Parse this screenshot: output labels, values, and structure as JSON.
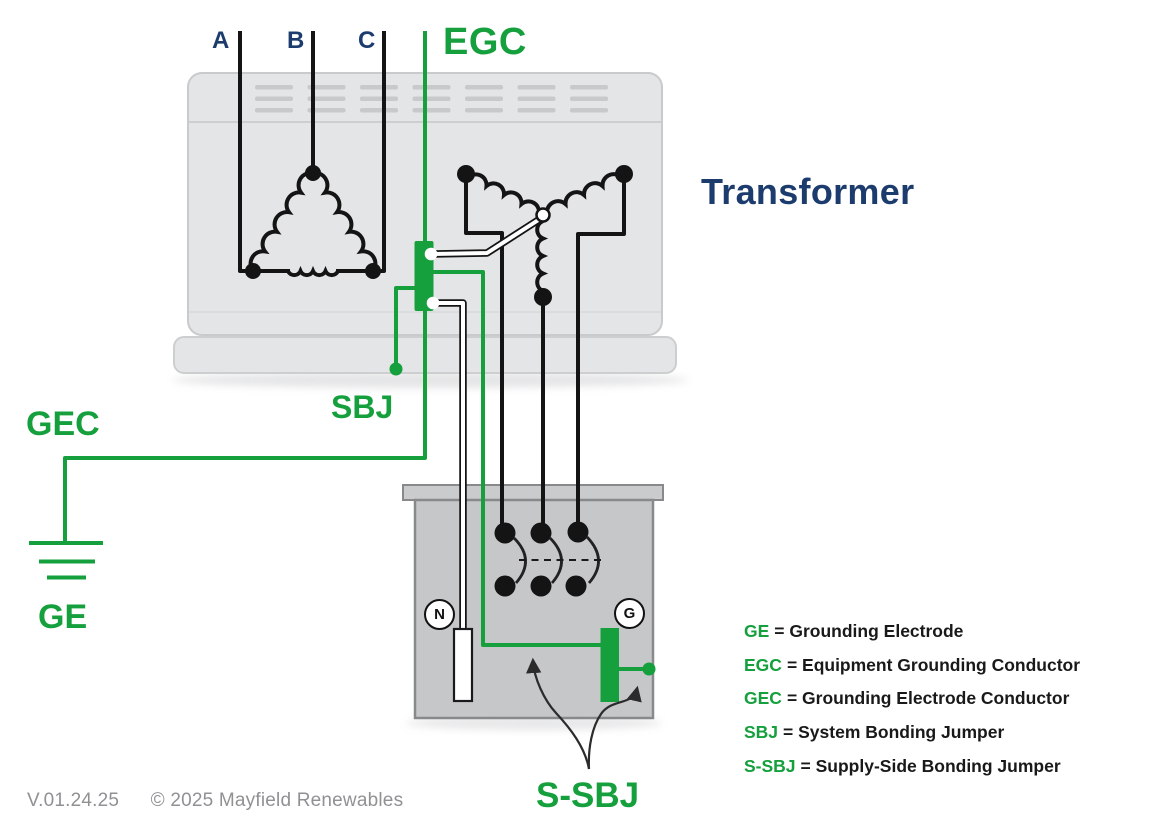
{
  "diagram_title": "Transformer",
  "phase_labels": {
    "a": "A",
    "b": "B",
    "c": "C"
  },
  "wire_labels": {
    "egc": "EGC",
    "gec": "GEC",
    "ge": "GE",
    "sbj": "SBJ",
    "s_sbj": "S-SBJ"
  },
  "bus_labels": {
    "neutral": "N",
    "ground": "G"
  },
  "legend": {
    "items": [
      {
        "abbr": "GE",
        "rest": "= Grounding Electrode"
      },
      {
        "abbr": "EGC",
        "rest": "= Equipment Grounding Conductor"
      },
      {
        "abbr": "GEC",
        "rest": "= Grounding Electrode Conductor"
      },
      {
        "abbr": "SBJ",
        "rest": "= System Bonding Jumper"
      },
      {
        "abbr": "S-SBJ",
        "rest": "= Supply-Side Bonding Jumper"
      }
    ]
  },
  "footer": {
    "version": "V.01.24.25",
    "copyright": "© 2025 Mayfield Renewables"
  },
  "colors": {
    "accent_green": "#16A03D",
    "navy": "#1D3C6E",
    "wire_black": "#141414"
  }
}
